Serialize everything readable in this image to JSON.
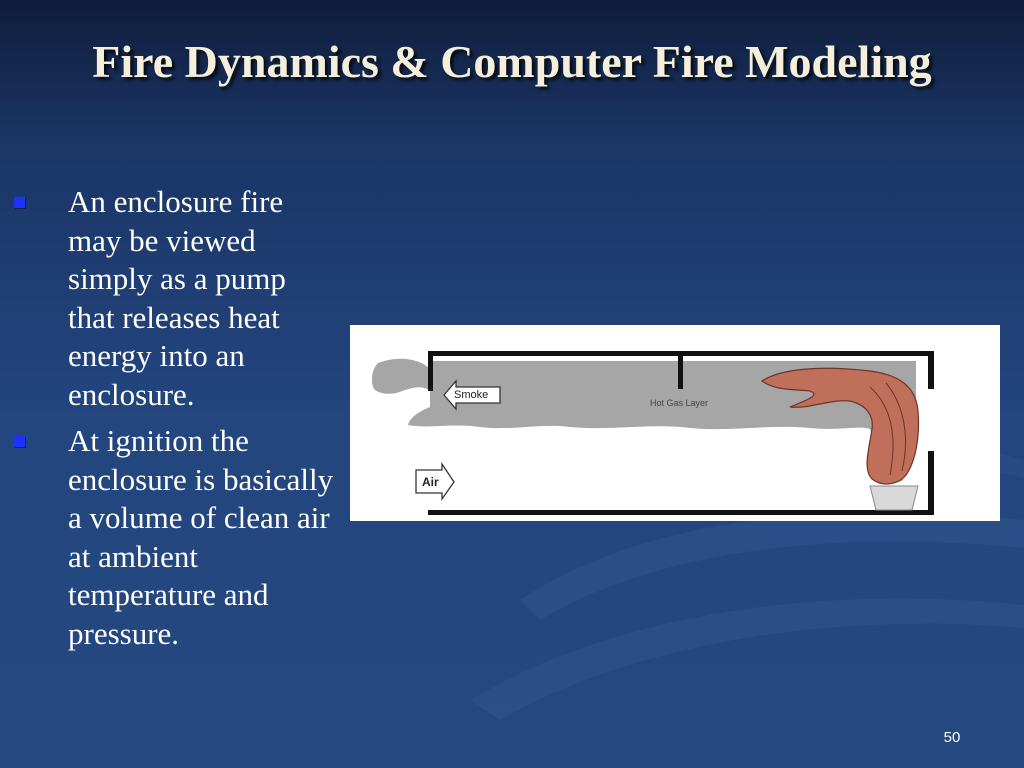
{
  "slide": {
    "title": "Fire Dynamics & Computer Fire Modeling",
    "bullets": [
      {
        "text": "An enclosure fire may be viewed simply as a pump that releases heat energy into an enclosure."
      },
      {
        "text": "At ignition the enclosure is basically a volume of clean air at ambient temperature and pressure."
      }
    ],
    "figure": {
      "smoke_label": "Smoke",
      "hot_gas_label": "Hot Gas Layer",
      "air_label": "Air"
    },
    "page_number": "50",
    "colors": {
      "title_text": "#f4eedb",
      "body_text": "#ffffff",
      "bullet": "#1d32ff",
      "background_top": "#0f1d3a",
      "background": "#23467f",
      "smoke_gray": "#a6a6a6",
      "flame": "#c0705a"
    }
  }
}
